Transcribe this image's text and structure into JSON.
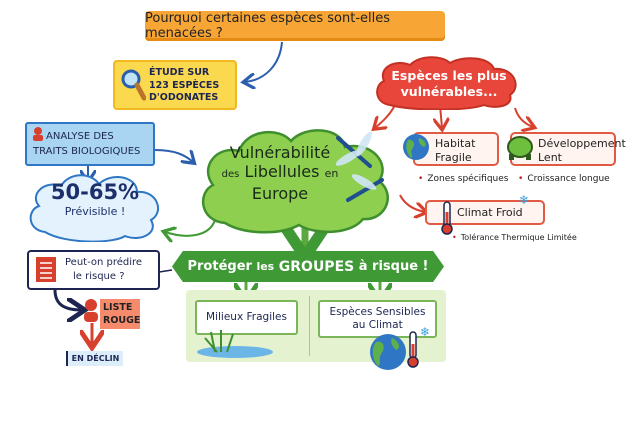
{
  "title": "Pourquoi certaines espèces sont-elles menacées ?",
  "study": {
    "line1": "ÉTUDE SUR",
    "line2": "123 ESPÈCES",
    "line3": "D'ODONATES"
  },
  "analysis": {
    "line1": "ANALYSE DES",
    "line2": "TRAITS BIOLOGIQUES"
  },
  "prediction": {
    "percent": "50-65%",
    "label": "Prévisible !"
  },
  "center": {
    "line1": "Vulnérabilité",
    "line2a": "des",
    "line2b": "Libellules",
    "line2c": "en",
    "line3": "Europe"
  },
  "vulnerable": {
    "line1": "Espèces les plus",
    "line2": "vulnérables..."
  },
  "traits": [
    {
      "line1": "Habitat",
      "line2": "Fragile",
      "detail": "Zones spécifiques"
    },
    {
      "line1": "Développement",
      "line2": "Lent",
      "detail": "Croissance longue"
    },
    {
      "line1": "Climat Froid",
      "detail": "Tolérance Thermique Limitée"
    }
  ],
  "banner": {
    "part1": "Protéger",
    "part2": "les",
    "part3": "GROUPES",
    "part4": "à risque !"
  },
  "groups": [
    {
      "label": "Milieux Fragiles"
    },
    {
      "line1": "Espèces Sensibles",
      "line2": "au Climat"
    }
  ],
  "question": {
    "line1": "Peut-on prédire",
    "line2": "le risque ?"
  },
  "redlist": {
    "line1": "LISTE",
    "line2": "ROUGE"
  },
  "decline": "EN DÉCLIN",
  "colors": {
    "orange": "#f7a535",
    "yellow": "#fbd94f",
    "blue": "#a9d5f3",
    "green": "#3f9a36",
    "red": "#e8463a"
  }
}
